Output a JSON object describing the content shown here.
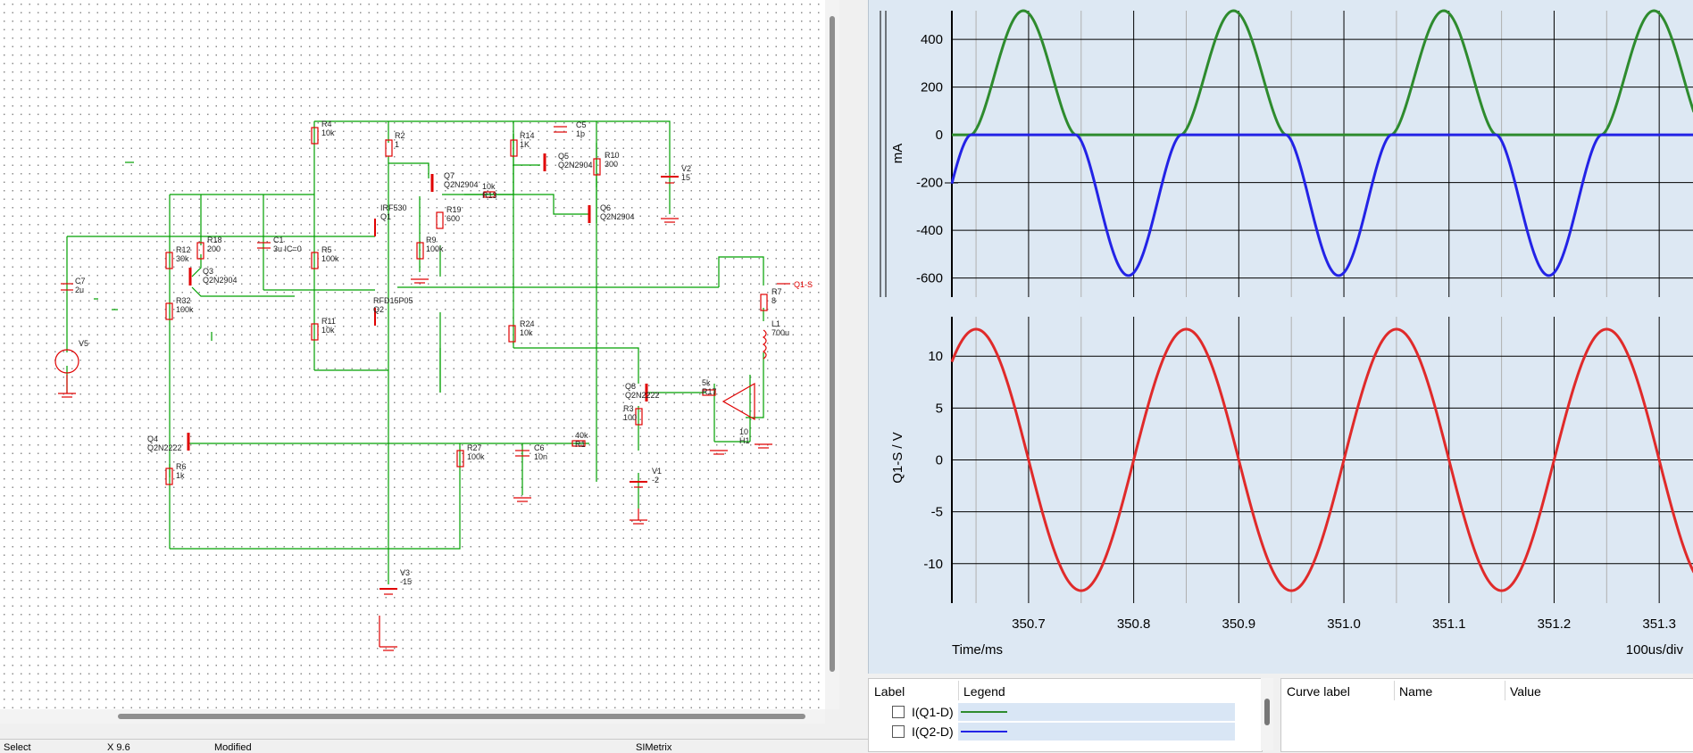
{
  "schematic": {
    "components": [
      {
        "ref": "R4",
        "value": "10k"
      },
      {
        "ref": "R2",
        "value": "1"
      },
      {
        "ref": "R14",
        "value": "1K"
      },
      {
        "ref": "C5",
        "value": "1p"
      },
      {
        "ref": "R10",
        "value": "300"
      },
      {
        "ref": "V2",
        "value": "15"
      },
      {
        "ref": "Q7",
        "value": "Q2N2904"
      },
      {
        "ref": "R13",
        "value": "10k"
      },
      {
        "ref": "Q5",
        "value": "Q2N2904"
      },
      {
        "ref": "Q6",
        "value": "Q2N2904"
      },
      {
        "ref": "R19",
        "value": "600"
      },
      {
        "ref": "R9",
        "value": "100k"
      },
      {
        "ref": "Q1",
        "value": "IRF530"
      },
      {
        "ref": "R18",
        "value": "200"
      },
      {
        "ref": "C1",
        "value": "3u IC=0"
      },
      {
        "ref": "R12",
        "value": "30k"
      },
      {
        "ref": "R5",
        "value": "100k"
      },
      {
        "ref": "Q3",
        "value": "Q2N2904"
      },
      {
        "ref": "C7",
        "value": "2u"
      },
      {
        "ref": "R32",
        "value": "100k"
      },
      {
        "ref": "Q2",
        "value": "RFD15P05"
      },
      {
        "ref": "R11",
        "value": "10k"
      },
      {
        "ref": "V5",
        "value": ""
      },
      {
        "ref": "R24",
        "value": "10k"
      },
      {
        "ref": "R7",
        "value": "8"
      },
      {
        "ref": "L1",
        "value": "700u"
      },
      {
        "ref": "Q8",
        "value": "Q2N2222"
      },
      {
        "ref": "R17",
        "value": "5k"
      },
      {
        "ref": "R3",
        "value": "100"
      },
      {
        "ref": "H1",
        "value": "10"
      },
      {
        "ref": "Q4",
        "value": "Q2N2222"
      },
      {
        "ref": "R27",
        "value": "100k"
      },
      {
        "ref": "C6",
        "value": "10n"
      },
      {
        "ref": "R1",
        "value": "40k"
      },
      {
        "ref": "R6",
        "value": "1k"
      },
      {
        "ref": "V1",
        "value": "-2"
      },
      {
        "ref": "V3",
        "value": "-15"
      }
    ],
    "probe_label": "Q1-S",
    "colors": {
      "wire": "#00a000",
      "component": "#e00000",
      "text": "#222222"
    }
  },
  "status": {
    "mode": "Select",
    "coords": "X 9.6",
    "state": "Modified",
    "app": "SIMetrix"
  },
  "chart_data": [
    {
      "type": "line",
      "ylabel": "mA",
      "ylim": [
        -680,
        520
      ],
      "yticks": [
        400,
        200,
        0,
        -200,
        -400,
        -600
      ],
      "xlim": [
        350.627,
        351.333
      ],
      "grid": true,
      "series": [
        {
          "name": "I(Q1-D)",
          "color": "#2e8b2e",
          "period": 0.2,
          "peak_x": 350.695,
          "amplitude": 520,
          "offset": 0,
          "shape": "positive-half"
        },
        {
          "name": "I(Q2-D)",
          "color": "#2323e6",
          "period": 0.2,
          "peak_x": 350.795,
          "amplitude": -590,
          "offset": 0,
          "shape": "negative-half"
        }
      ]
    },
    {
      "type": "line",
      "ylabel": "Q1-S / V",
      "xlabel": "Time/ms",
      "xscale_note": "100us/div",
      "ylim": [
        -13.8,
        13.8
      ],
      "yticks": [
        10,
        5,
        0,
        -5,
        -10
      ],
      "xticks": [
        "350.7",
        "350.8",
        "350.9",
        "351.0",
        "351.1",
        "351.2",
        "351.3"
      ],
      "xlim": [
        350.627,
        351.333
      ],
      "grid": true,
      "series": [
        {
          "name": "Q1-S",
          "color": "#e02a2a",
          "period": 0.2,
          "peak_x": 350.65,
          "amplitude": 12.6,
          "offset": 0,
          "shape": "sine"
        }
      ]
    }
  ],
  "legend_panel": {
    "headers": {
      "label": "Label",
      "legend": "Legend"
    },
    "rows": [
      {
        "label": "I(Q1-D)",
        "color": "#2e8b2e"
      },
      {
        "label": "I(Q2-D)",
        "color": "#2323e6"
      }
    ]
  },
  "curve_panel": {
    "headers": {
      "curve_label": "Curve label",
      "name": "Name",
      "value": "Value"
    }
  }
}
